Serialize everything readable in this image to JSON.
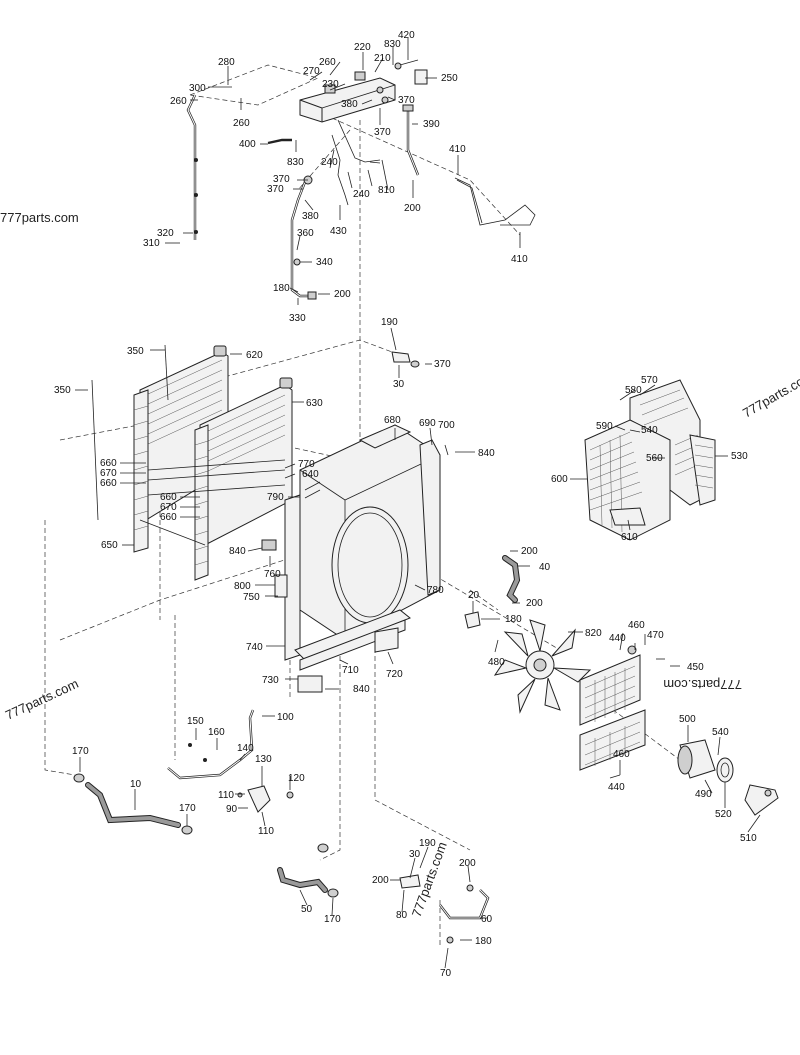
{
  "watermarks": [
    "777parts.com",
    "777parts.com",
    "777parts.com",
    "777parts.com"
  ],
  "labels": [
    {
      "id": "l280",
      "text": "280"
    },
    {
      "id": "l300",
      "text": "300"
    },
    {
      "id": "l260a",
      "text": "260"
    },
    {
      "id": "l260b",
      "text": "260"
    },
    {
      "id": "l270",
      "text": "270"
    },
    {
      "id": "l260c",
      "text": "260"
    },
    {
      "id": "l230",
      "text": "230"
    },
    {
      "id": "l220",
      "text": "220"
    },
    {
      "id": "l830a",
      "text": "830"
    },
    {
      "id": "l420",
      "text": "420"
    },
    {
      "id": "l210",
      "text": "210"
    },
    {
      "id": "l250",
      "text": "250"
    },
    {
      "id": "l380a",
      "text": "380"
    },
    {
      "id": "l370a",
      "text": "370"
    },
    {
      "id": "l370b",
      "text": "370"
    },
    {
      "id": "l390",
      "text": "390"
    },
    {
      "id": "l400",
      "text": "400"
    },
    {
      "id": "l830b",
      "text": "830"
    },
    {
      "id": "l240a",
      "text": "240"
    },
    {
      "id": "l240b",
      "text": "240"
    },
    {
      "id": "l810",
      "text": "810"
    },
    {
      "id": "l410a",
      "text": "410"
    },
    {
      "id": "l370c",
      "text": "370"
    },
    {
      "id": "l370d",
      "text": "370"
    },
    {
      "id": "l380b",
      "text": "380"
    },
    {
      "id": "l430",
      "text": "430"
    },
    {
      "id": "l200a",
      "text": "200"
    },
    {
      "id": "l360",
      "text": "360"
    },
    {
      "id": "l320",
      "text": "320"
    },
    {
      "id": "l310",
      "text": "310"
    },
    {
      "id": "l340",
      "text": "340"
    },
    {
      "id": "l410b",
      "text": "410"
    },
    {
      "id": "l180a",
      "text": "180"
    },
    {
      "id": "l200b",
      "text": "200"
    },
    {
      "id": "l330",
      "text": "330"
    },
    {
      "id": "l190a",
      "text": "190"
    },
    {
      "id": "l370e",
      "text": "370"
    },
    {
      "id": "l30a",
      "text": "30"
    },
    {
      "id": "l350a",
      "text": "350"
    },
    {
      "id": "l620",
      "text": "620"
    },
    {
      "id": "l350b",
      "text": "350"
    },
    {
      "id": "l630",
      "text": "630"
    },
    {
      "id": "l570",
      "text": "570"
    },
    {
      "id": "l580",
      "text": "580"
    },
    {
      "id": "l590",
      "text": "590"
    },
    {
      "id": "l540a",
      "text": "540"
    },
    {
      "id": "l680",
      "text": "680"
    },
    {
      "id": "l690",
      "text": "690"
    },
    {
      "id": "l700",
      "text": "700"
    },
    {
      "id": "l840a",
      "text": "840"
    },
    {
      "id": "l530",
      "text": "530"
    },
    {
      "id": "l560",
      "text": "560"
    },
    {
      "id": "l660a",
      "text": "660"
    },
    {
      "id": "l670a",
      "text": "670"
    },
    {
      "id": "l770",
      "text": "770"
    },
    {
      "id": "l640",
      "text": "640"
    },
    {
      "id": "l660b",
      "text": "660"
    },
    {
      "id": "l600",
      "text": "600"
    },
    {
      "id": "l660c",
      "text": "660"
    },
    {
      "id": "l790",
      "text": "790"
    },
    {
      "id": "l670b",
      "text": "670"
    },
    {
      "id": "l660d",
      "text": "660"
    },
    {
      "id": "l610",
      "text": "610"
    },
    {
      "id": "l650",
      "text": "650"
    },
    {
      "id": "l840b",
      "text": "840"
    },
    {
      "id": "l200c",
      "text": "200"
    },
    {
      "id": "l760",
      "text": "760"
    },
    {
      "id": "l40",
      "text": "40"
    },
    {
      "id": "l800",
      "text": "800"
    },
    {
      "id": "l780",
      "text": "780"
    },
    {
      "id": "l750",
      "text": "750"
    },
    {
      "id": "l200d",
      "text": "200"
    },
    {
      "id": "l20",
      "text": "20"
    },
    {
      "id": "l180b",
      "text": "180"
    },
    {
      "id": "l820",
      "text": "820"
    },
    {
      "id": "l460",
      "text": "460"
    },
    {
      "id": "l440a",
      "text": "440"
    },
    {
      "id": "l470",
      "text": "470"
    },
    {
      "id": "l740",
      "text": "740"
    },
    {
      "id": "l480",
      "text": "480"
    },
    {
      "id": "l450",
      "text": "450"
    },
    {
      "id": "l710",
      "text": "710"
    },
    {
      "id": "l720",
      "text": "720"
    },
    {
      "id": "l730",
      "text": "730"
    },
    {
      "id": "l840c",
      "text": "840"
    },
    {
      "id": "l100",
      "text": "100"
    },
    {
      "id": "l150",
      "text": "150"
    },
    {
      "id": "l500",
      "text": "500"
    },
    {
      "id": "l160",
      "text": "160"
    },
    {
      "id": "l540b",
      "text": "540"
    },
    {
      "id": "l140",
      "text": "140"
    },
    {
      "id": "l170a",
      "text": "170"
    },
    {
      "id": "l130",
      "text": "130"
    },
    {
      "id": "l460b",
      "text": "460"
    },
    {
      "id": "l120",
      "text": "120"
    },
    {
      "id": "l10",
      "text": "10"
    },
    {
      "id": "l440b",
      "text": "440"
    },
    {
      "id": "l110a",
      "text": "110"
    },
    {
      "id": "l490",
      "text": "490"
    },
    {
      "id": "l520",
      "text": "520"
    },
    {
      "id": "l170b",
      "text": "170"
    },
    {
      "id": "l90",
      "text": "90"
    },
    {
      "id": "l110b",
      "text": "110"
    },
    {
      "id": "l510",
      "text": "510"
    },
    {
      "id": "l190b",
      "text": "190"
    },
    {
      "id": "l30b",
      "text": "30"
    },
    {
      "id": "l200e",
      "text": "200"
    },
    {
      "id": "l200f",
      "text": "200"
    },
    {
      "id": "l50",
      "text": "50"
    },
    {
      "id": "l80",
      "text": "80"
    },
    {
      "id": "l170c",
      "text": "170"
    },
    {
      "id": "l60",
      "text": "60"
    },
    {
      "id": "l180c",
      "text": "180"
    },
    {
      "id": "l70",
      "text": "70"
    }
  ]
}
